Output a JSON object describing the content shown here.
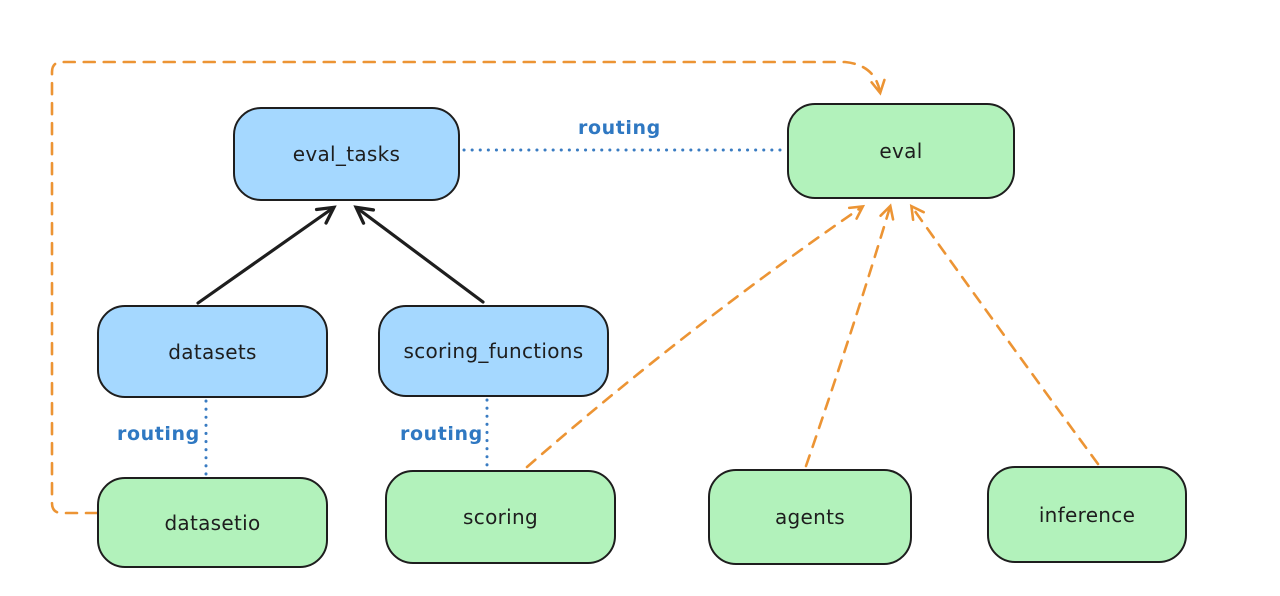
{
  "diagram": {
    "colors": {
      "node_blue_fill": "#a5d8ff",
      "node_green_fill": "#b2f2bb",
      "node_stroke": "#1e1e1e",
      "solid_arrow": "#1e1e1e",
      "routing_blue": "#2f78c2",
      "dashed_orange": "#ec9434",
      "background": "#ffffff"
    },
    "nodes": [
      {
        "id": "eval_tasks",
        "label": "eval_tasks",
        "color": "blue"
      },
      {
        "id": "eval",
        "label": "eval",
        "color": "green"
      },
      {
        "id": "datasets",
        "label": "datasets",
        "color": "blue"
      },
      {
        "id": "scoring_functions",
        "label": "scoring_functions",
        "color": "blue"
      },
      {
        "id": "datasetio",
        "label": "datasetio",
        "color": "green"
      },
      {
        "id": "scoring",
        "label": "scoring",
        "color": "green"
      },
      {
        "id": "agents",
        "label": "agents",
        "color": "green"
      },
      {
        "id": "inference",
        "label": "inference",
        "color": "green"
      }
    ],
    "edges": [
      {
        "from": "datasets",
        "to": "eval_tasks",
        "style": "solid-black-arrow",
        "label": ""
      },
      {
        "from": "scoring_functions",
        "to": "eval_tasks",
        "style": "solid-black-arrow",
        "label": ""
      },
      {
        "from": "eval_tasks",
        "to": "eval",
        "style": "dotted-blue",
        "label": "routing"
      },
      {
        "from": "datasets",
        "to": "datasetio",
        "style": "dotted-blue",
        "label": "routing"
      },
      {
        "from": "scoring_functions",
        "to": "scoring",
        "style": "dotted-blue",
        "label": "routing"
      },
      {
        "from": "datasetio",
        "to": "eval",
        "style": "dashed-orange-arrow",
        "label": ""
      },
      {
        "from": "scoring",
        "to": "eval",
        "style": "dashed-orange-arrow",
        "label": ""
      },
      {
        "from": "agents",
        "to": "eval",
        "style": "dashed-orange-arrow",
        "label": ""
      },
      {
        "from": "inference",
        "to": "eval",
        "style": "dashed-orange-arrow",
        "label": ""
      }
    ]
  }
}
